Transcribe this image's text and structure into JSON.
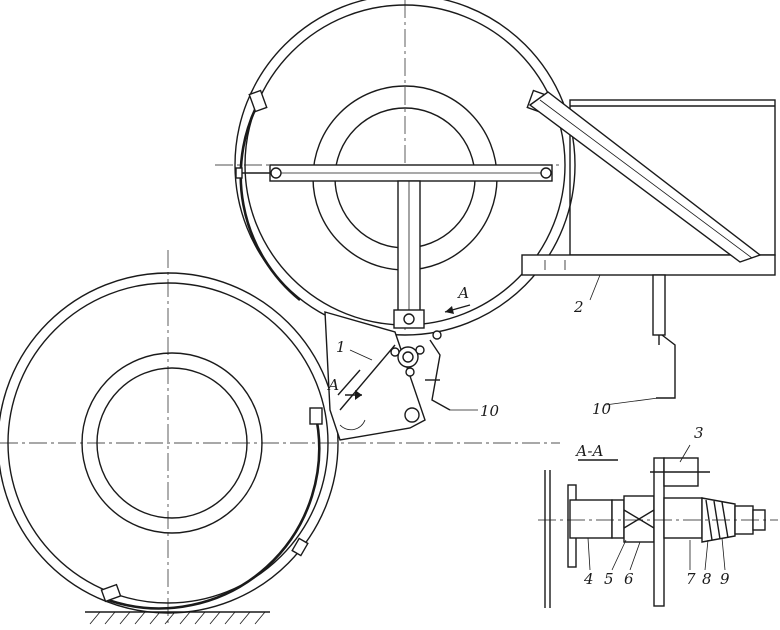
{
  "labels": {
    "p1": "1",
    "p2": "2",
    "p3": "3",
    "p4": "4",
    "p5": "5",
    "p6": "6",
    "p7": "7",
    "p8": "8",
    "p9": "9",
    "p10a": "10",
    "p10b": "10",
    "sectionTitle": "А-А",
    "cutA1": "А",
    "cutA2": "А"
  }
}
